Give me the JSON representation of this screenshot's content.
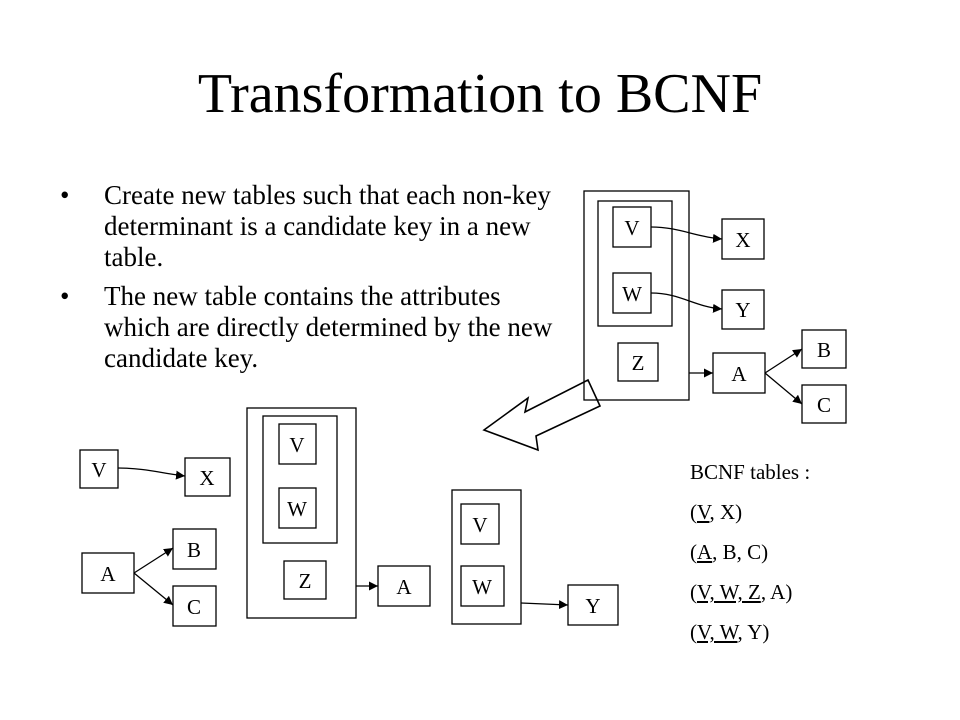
{
  "title": "Transformation to BCNF",
  "bullets": [
    "Create new tables such that each non-key determinant is a candidate key in a new table.",
    "The new table contains the attributes which are directly determined by the new candidate key."
  ],
  "bullet_symbol": "•",
  "original": {
    "v": "V",
    "w": "W",
    "z": "Z",
    "x": "X",
    "y": "Y",
    "a": "A",
    "b": "B",
    "c": "C"
  },
  "decomposed": {
    "t1": {
      "v": "V",
      "x": "X"
    },
    "t2": {
      "a": "A",
      "b": "B",
      "c": "C"
    },
    "t3": {
      "v": "V",
      "w": "W",
      "z": "Z",
      "a": "A"
    },
    "t4": {
      "v": "V",
      "w": "W",
      "y": "Y"
    }
  },
  "bcnf_tables": {
    "heading": "BCNF tables :",
    "rows": [
      [
        {
          "t": "("
        },
        {
          "t": "V",
          "key": true
        },
        {
          "t": ", X)"
        }
      ],
      [
        {
          "t": "("
        },
        {
          "t": "A",
          "key": true
        },
        {
          "t": ", B, C)"
        }
      ],
      [
        {
          "t": "("
        },
        {
          "t": "V, W, Z",
          "key": true
        },
        {
          "t": ", A)"
        }
      ],
      [
        {
          "t": "("
        },
        {
          "t": "V, W",
          "key": true
        },
        {
          "t": ", Y)"
        }
      ]
    ]
  }
}
